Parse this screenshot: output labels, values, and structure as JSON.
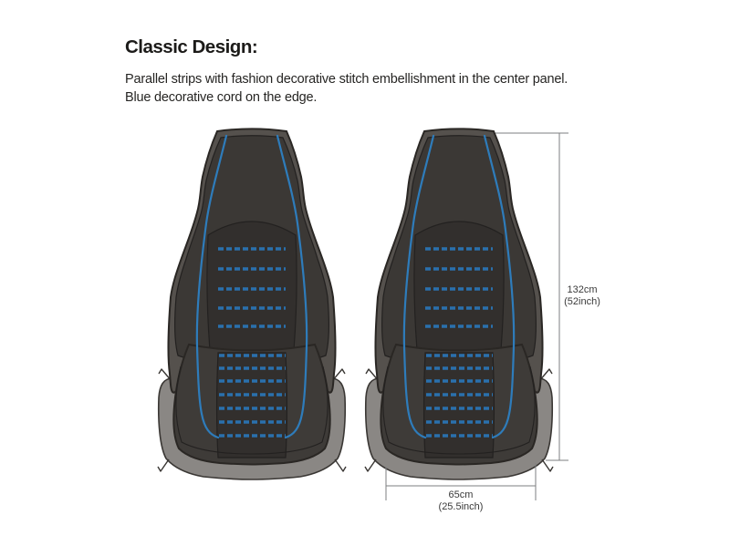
{
  "page": {
    "background": "#ffffff"
  },
  "header": {
    "title": "Classic Design:",
    "description_line1": "Parallel strips with fashion decorative stitch embellishment in the center panel.",
    "description_line2": "Blue decorative cord on the edge."
  },
  "diagram": {
    "seats": [
      {
        "name": "left seat cover"
      },
      {
        "name": "right seat cover"
      }
    ],
    "height_dimension": {
      "cm": "132cm",
      "inch": "(52inch)"
    },
    "width_dimension": {
      "cm": "65cm",
      "inch": "(25.5inch)"
    },
    "colors": {
      "piping_blue": "#2e7cbb",
      "stitch_blue": "#2a70ad",
      "seat_rim": "#55514d",
      "seat_inner": "#3b3835",
      "panel_dark": "#322f2d",
      "cushion_dark": "#3e3b38",
      "skirt_gray": "#8a8784",
      "seat_outline": "#2a2724",
      "seam_line": "#232120",
      "dimension_line": "#7d7f81",
      "text_color": "#231f20"
    }
  }
}
